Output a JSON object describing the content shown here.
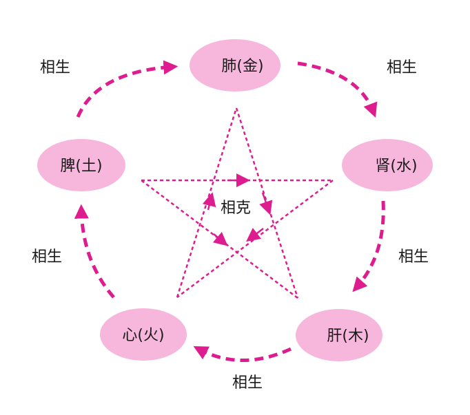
{
  "diagram": {
    "colors": {
      "node_fill": "#f7b6dc",
      "arrow": "#dd1d8f",
      "text": "#1a1a1a",
      "background": "#ffffff"
    },
    "nodes": {
      "lung": "肺(金)",
      "kidney": "肾(水)",
      "liver": "肝(木)",
      "heart": "心(火)",
      "spleen": "脾(土)"
    },
    "generating_label": "相生",
    "restraining_label": "相克"
  }
}
